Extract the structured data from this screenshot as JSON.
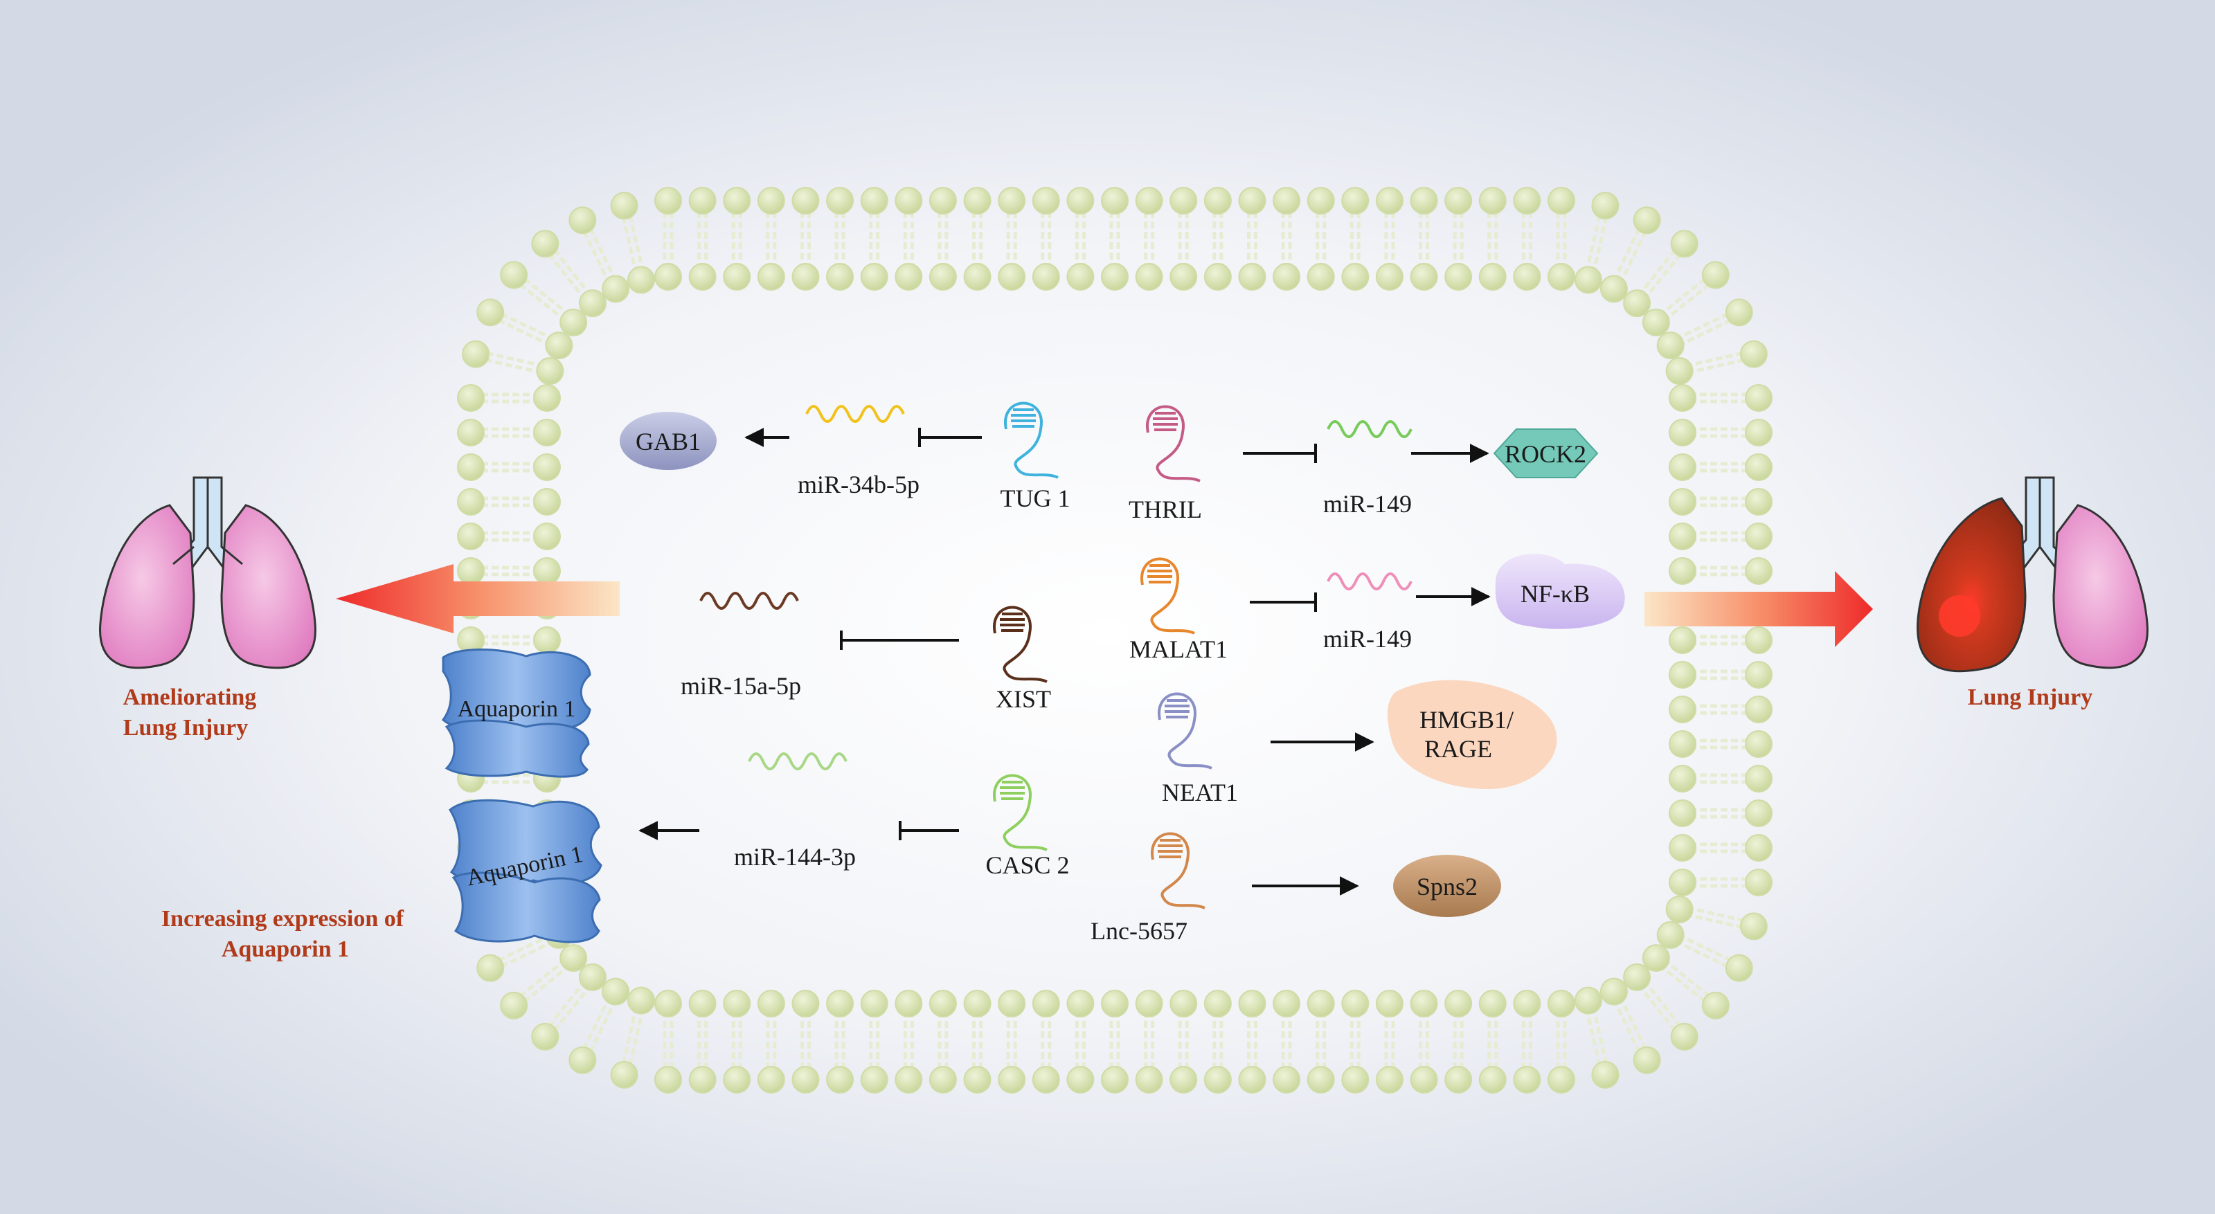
{
  "colors": {
    "background_center": "#ffffff",
    "background_edge": "#d6dce7",
    "lipid_head": "#cfdca6",
    "lipid_tail": "#e6ecd2",
    "red_label": "#b03a1a",
    "aquaporin": "#6f9fdc"
  },
  "labels": {
    "ameliorating_line1": "Ameliorating",
    "ameliorating_line2": "Lung Injury",
    "increasing_line1": "Increasing expression of",
    "increasing_line2": "Aquaporin 1",
    "lung_injury": "Lung Injury",
    "aquaporin_top": "Aquaporin 1",
    "aquaporin_bottom": "Aquaporin 1"
  },
  "lncrnas": {
    "tug1": "TUG 1",
    "thril": "THRIL",
    "malat1": "MALAT1",
    "xist": "XIST",
    "neat1": "NEAT1",
    "casc2": "CASC 2",
    "lnc5657": "Lnc-5657"
  },
  "mirnas": {
    "mir34b": "miR-34b-5p",
    "mir149_a": "miR-149",
    "mir149_b": "miR-149",
    "mir15a": "miR-15a-5p",
    "mir144": "miR-144-3p"
  },
  "targets": {
    "gab1": "GAB1",
    "rock2": "ROCK2",
    "nfkb": "NF-κB",
    "hmgb1_line1": "HMGB1/",
    "hmgb1_line2": "RAGE",
    "spns2": "Spns2"
  },
  "icons": {
    "left_lung": "healthy-lungs-icon",
    "right_lung": "injured-lungs-icon",
    "lncrna": "hairpin-rna-icon",
    "mirna": "wavy-mirna-icon",
    "protein": "aquaporin-channel-icon"
  }
}
